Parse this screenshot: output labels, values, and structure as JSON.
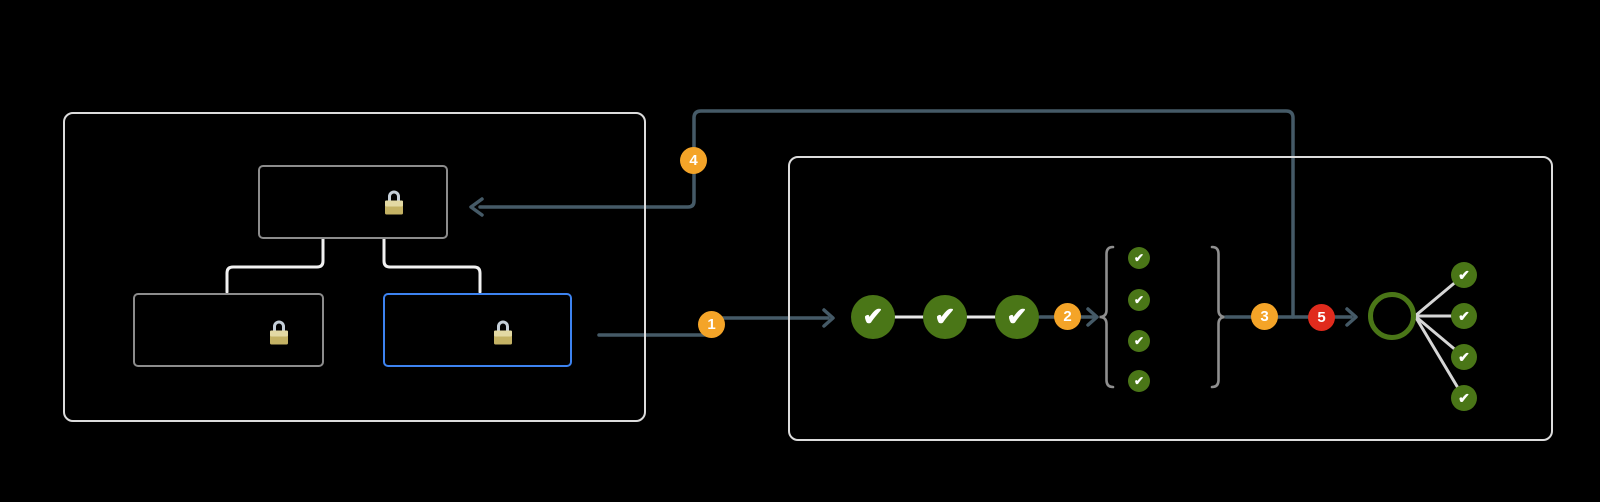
{
  "diagram": {
    "icons": {
      "check": "✔",
      "lock": "padlock-icon"
    },
    "colors": {
      "background": "#000000",
      "panel_border": "#DCDCDC",
      "box_border": "#8C8C8C",
      "highlighted_box_border": "#3D83F0",
      "connector": "#455A67",
      "tree_line": "#F2F2F2",
      "pipeline_line": "#E8E8E8",
      "fan_line": "#D6D6D6",
      "brace": "#8F8F8F",
      "check_green": "#4A7617",
      "badge_orange": "#F4A428",
      "badge_red": "#E02B1D",
      "check_mark": "#FFFFFF",
      "lock_body": "#C4B264",
      "lock_shackle": "#C5CFD8"
    },
    "badges": [
      {
        "id": 1,
        "label": "1",
        "color": "orange"
      },
      {
        "id": 2,
        "label": "2",
        "color": "orange"
      },
      {
        "id": 3,
        "label": "3",
        "color": "orange"
      },
      {
        "id": 4,
        "label": "4",
        "color": "orange"
      },
      {
        "id": 5,
        "label": "5",
        "color": "red"
      }
    ],
    "left_panel": {
      "boxes": [
        {
          "id": "top",
          "lock": true,
          "highlighted": false
        },
        {
          "id": "bottom-left",
          "lock": true,
          "highlighted": false
        },
        {
          "id": "bottom-right",
          "lock": true,
          "highlighted": true
        }
      ]
    },
    "right_panel": {
      "pipeline_check_count": 3,
      "bracket_check_count": 4,
      "fanout_check_count": 4
    }
  }
}
